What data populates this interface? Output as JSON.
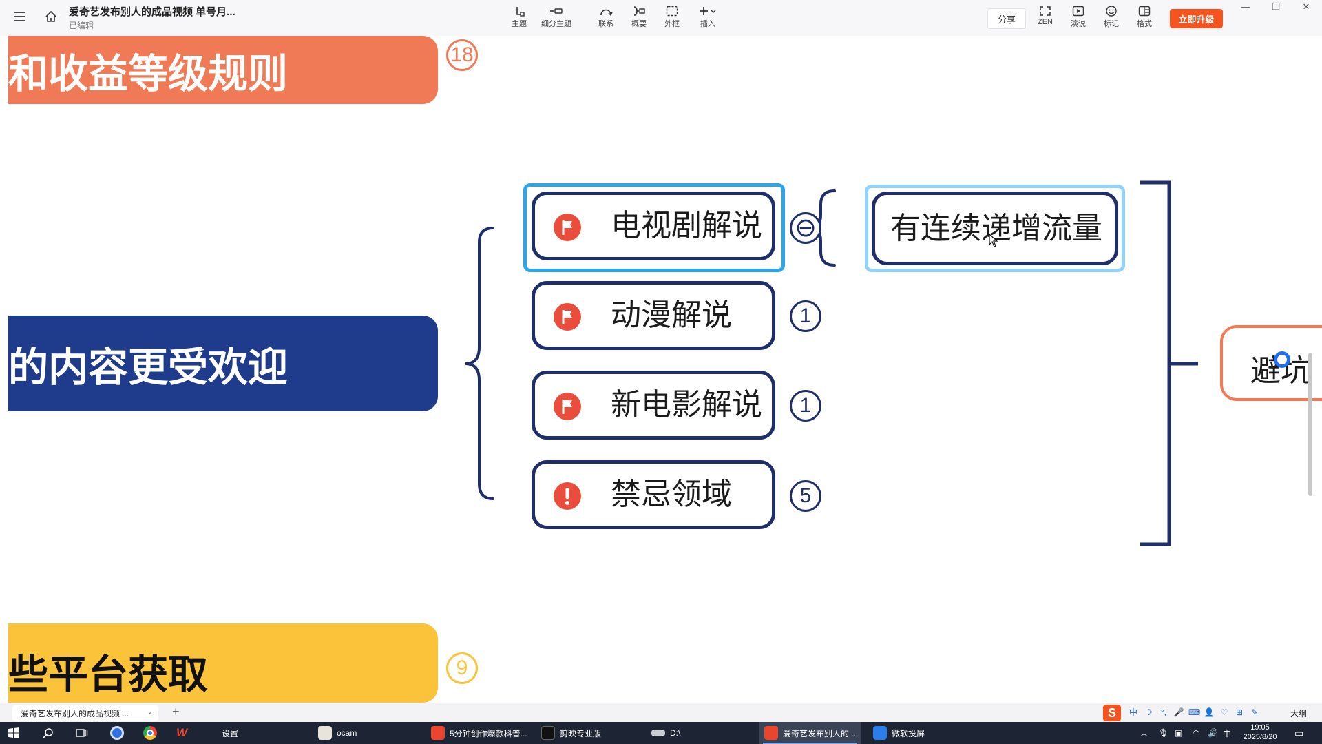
{
  "window": {
    "doc_title": "爱奇艺发布别人的成品视频 单号月...",
    "doc_status": "已编辑"
  },
  "toolbar": {
    "tools": [
      {
        "name": "topic",
        "label": "主题"
      },
      {
        "name": "subtopic",
        "label": "细分主题"
      },
      {
        "name": "relationship",
        "label": "联系"
      },
      {
        "name": "summary",
        "label": "概要"
      },
      {
        "name": "boundary",
        "label": "外框"
      },
      {
        "name": "insert",
        "label": "插入"
      }
    ],
    "share": "分享",
    "right_tools": [
      {
        "name": "zen",
        "label": "ZEN"
      },
      {
        "name": "present",
        "label": "演说"
      },
      {
        "name": "marker",
        "label": "标记"
      },
      {
        "name": "format",
        "label": "格式"
      }
    ],
    "upgrade": "立即升级"
  },
  "mindmap": {
    "main_topics": [
      {
        "text": "和收益等级规则",
        "count": "18",
        "color": "#f07a55",
        "text_color": "#ffffff"
      },
      {
        "text": "的内容更受欢迎",
        "color": "#1f3b8b",
        "text_color": "#ffffff"
      },
      {
        "text": "些平台获取",
        "count": "9",
        "color": "#fbc339",
        "text_color": "#111111"
      }
    ],
    "subtopics": [
      {
        "text": "电视剧解说",
        "icon": "red-flag-icon",
        "count": "",
        "collapse": "⊖"
      },
      {
        "text": "动漫解说",
        "icon": "red-flag-icon",
        "count": "1"
      },
      {
        "text": "新电影解说",
        "icon": "red-flag-icon",
        "count": "1"
      },
      {
        "text": "禁忌领域",
        "icon": "exclamation-icon",
        "count": "5"
      }
    ],
    "detail": {
      "text": "有连续递增流量"
    },
    "right_node": {
      "text": "避坑"
    },
    "colors": {
      "navy": "#1e2e6a",
      "select_blue": "#2aa5ee",
      "select_light": "#93d3fb",
      "orange": "#f07a55",
      "red_icon": "#ea4d3b"
    }
  },
  "sheetbar": {
    "tab": "爱奇艺发布别人的成品视频 ...",
    "add": "+",
    "outline": "大纲",
    "ime": [
      "中",
      "☽",
      "°,",
      "🎤",
      "⌨",
      "👤",
      "♡",
      "⊞",
      "✎"
    ]
  },
  "taskbar": {
    "items": [
      {
        "label": "设置"
      },
      {
        "label": "ocam"
      },
      {
        "label": "5分钟创作爆款科普..."
      },
      {
        "label": "剪映专业版"
      },
      {
        "label": "D:\\"
      },
      {
        "label": "爱奇艺发布别人的..."
      },
      {
        "label": "微软投屏"
      }
    ],
    "time": "19:05",
    "date": "2025/8/20",
    "lang": "中"
  }
}
